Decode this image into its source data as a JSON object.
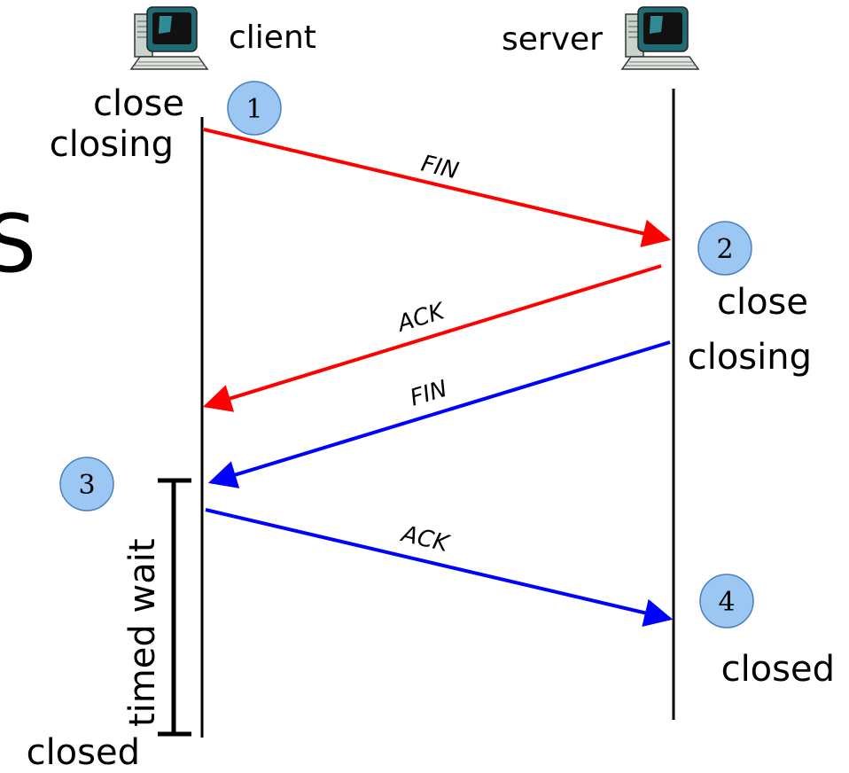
{
  "labels": {
    "client": "client",
    "server": "server",
    "client_close": "close",
    "client_closing": "closing",
    "server_close": "close",
    "server_closing": "closing",
    "server_closed": "closed",
    "client_closed": "closed",
    "timed_wait": "timed wait"
  },
  "messages": [
    {
      "label": "FIN",
      "direction": "client-to-server",
      "color": "#ff0000"
    },
    {
      "label": "ACK",
      "direction": "server-to-client",
      "color": "#ff0000"
    },
    {
      "label": "FIN",
      "direction": "server-to-client",
      "color": "#0000ff"
    },
    {
      "label": "ACK",
      "direction": "client-to-server",
      "color": "#0000ff"
    }
  ],
  "steps": [
    "1",
    "2",
    "3",
    "4"
  ],
  "colors": {
    "step_fill": "#9cc7f3",
    "step_stroke": "#4a7fbf",
    "timeline": "#000000"
  },
  "icons": {
    "client": "computer-icon",
    "server": "computer-icon"
  }
}
